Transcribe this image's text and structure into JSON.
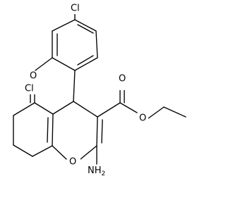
{
  "diagram": {
    "atoms": {
      "cl_top": "Cl",
      "cl_left": "Cl",
      "o_ketone": "O",
      "o_carbonyl": "O",
      "o_ester": "O",
      "o_ring": "O",
      "nh2": "NH",
      "nh2_sub": "2"
    }
  }
}
